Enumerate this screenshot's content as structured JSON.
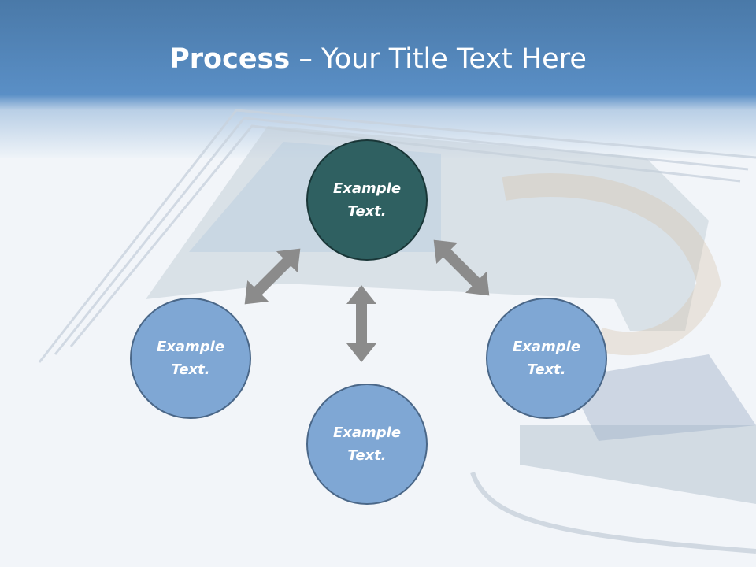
{
  "title": {
    "bold": "Process",
    "rest": " – Your Title Text Here"
  },
  "nodes": {
    "top": "Example\nText.",
    "left": "Example\nText.",
    "right": "Example\nText.",
    "bottom": "Example\nText."
  },
  "colors": {
    "header": "#4a79a8",
    "node_fill": "#7fa7d4",
    "center_fill": "#2f6061",
    "arrow": "#8c8c8c"
  }
}
